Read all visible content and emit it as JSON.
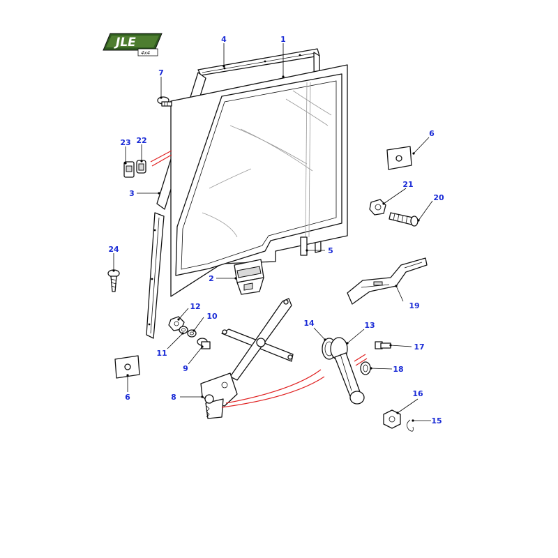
{
  "logo": {
    "brand": "JLE",
    "sub": "4x4"
  },
  "callouts": {
    "c1": "1",
    "c2": "2",
    "c3": "3",
    "c4": "4",
    "c5": "5",
    "c6a": "6",
    "c6b": "6",
    "c7": "7",
    "c8": "8",
    "c9": "9",
    "c10": "10",
    "c11": "11",
    "c12": "12",
    "c13": "13",
    "c14": "14",
    "c15": "15",
    "c16": "16",
    "c17": "17",
    "c18": "18",
    "c19": "19",
    "c20": "20",
    "c21": "21",
    "c22": "22",
    "c23": "23",
    "c24": "24"
  },
  "colors": {
    "callout": "#1a2bd6",
    "logo_bg": "#2e5a1e",
    "guide_line": "#e02020"
  }
}
